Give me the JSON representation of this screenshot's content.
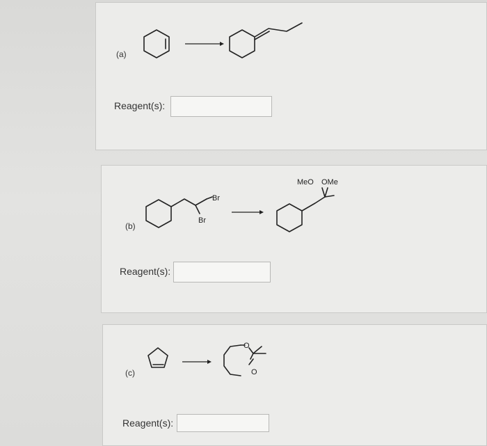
{
  "parts": {
    "a": {
      "label": "(a)",
      "reagent_label": "Reagent(s):",
      "answer": ""
    },
    "b": {
      "label": "(b)",
      "reagent_label": "Reagent(s):",
      "answer": ""
    },
    "c": {
      "label": "(c)",
      "reagent_label": "Reagent(s):",
      "answer": ""
    }
  },
  "atoms": {
    "br": "Br",
    "meo": "MeO",
    "ome": "OMe",
    "o": "O"
  }
}
